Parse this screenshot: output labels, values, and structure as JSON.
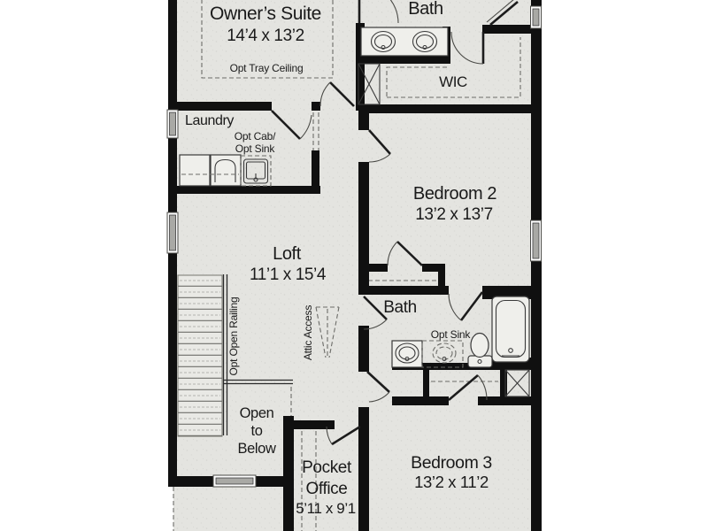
{
  "plan_type": "second-floor residential floor plan",
  "colors": {
    "background": "#ffffff",
    "floor": "#e4e4e0",
    "wall": "#101010",
    "dashed_lines": "#6d6d69",
    "text": "#1a1a1a"
  },
  "rooms": {
    "owners_suite": {
      "name": "Owner’s Suite",
      "dims": "14’4 x 13’2",
      "note": "Opt Tray Ceiling"
    },
    "bath_top": {
      "name": "Bath"
    },
    "wic": {
      "name": "WIC"
    },
    "laundry": {
      "name": "Laundry",
      "opt_note_line1": "Opt Cab/",
      "opt_note_line2": "Opt Sink"
    },
    "bedroom2": {
      "name": "Bedroom 2",
      "dims": "13’2 x 13’7"
    },
    "loft": {
      "name": "Loft",
      "dims": "11’1 x 15’4"
    },
    "stairs": {
      "railing_note": "Opt Open Railing"
    },
    "attic": {
      "label": "Attic Access"
    },
    "bath_middle": {
      "name": "Bath",
      "opt_note": "Opt Sink"
    },
    "open_to_below": {
      "line1": "Open",
      "line2": "to",
      "line3": "Below"
    },
    "pocket_office": {
      "name_line1": "Pocket",
      "name_line2": "Office",
      "dims": "5’11 x 9’1"
    },
    "bedroom3": {
      "name": "Bedroom 3",
      "dims": "13’2 x 11’2"
    }
  }
}
